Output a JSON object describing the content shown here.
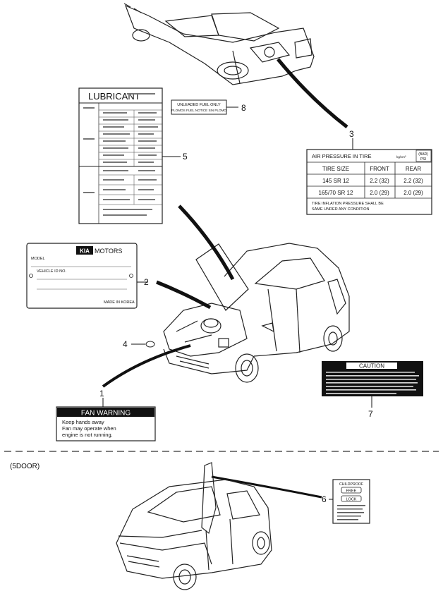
{
  "callouts": {
    "c1": "1",
    "c2": "2",
    "c3": "3",
    "c4": "4",
    "c5": "5",
    "c6": "6",
    "c7": "7",
    "c8": "8"
  },
  "lubricant": {
    "title": "LUBRICANT"
  },
  "small_label_8": {
    "line1": "UNLEADED FUEL ONLY",
    "line2": "PLOMOS FUEL NOTICE SIN PLOMO"
  },
  "air_pressure": {
    "title": "AIR PRESSURE IN TIRE",
    "unit_small": "kg/cm²",
    "unit_box_line1": "(BAR)",
    "unit_box_line2": "PSI",
    "headers": [
      "TIRE SIZE",
      "FRONT",
      "REAR"
    ],
    "rows": [
      [
        "145 SR 12",
        "2.2 (32)",
        "2.2 (32)"
      ],
      [
        "165/70 SR 12",
        "2.0 (29)",
        "2.0 (29)"
      ]
    ],
    "note_line1": "TIRE INFLATION PRESSURE SHALL BE",
    "note_line2": "SAME UNDER ANY CONDITION"
  },
  "kia_plate": {
    "brand": "MOTORS",
    "model": "MODEL",
    "vin": "VEHICLE ID NO.",
    "made": "MADE IN KOREA"
  },
  "fan_warning": {
    "title": "FAN WARNING",
    "line1": "Keep hands away",
    "line2": "Fan may operate when",
    "line3": "engine is not running."
  },
  "caution": {
    "title": "CAUTION"
  },
  "section": {
    "label": "(5DOOR)"
  },
  "childproof": {
    "title": "CHILDPROOF",
    "free": "FREE",
    "lock": "LOCK"
  }
}
